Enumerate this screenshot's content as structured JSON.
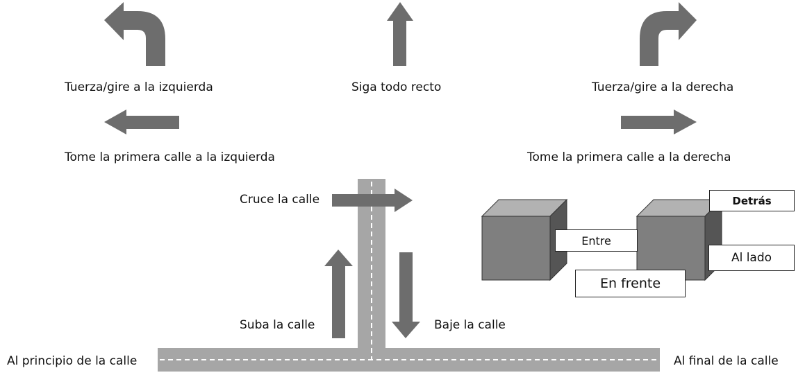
{
  "labels": {
    "turn_left": "Tuerza/gire a la izquierda",
    "straight": "Siga todo recto",
    "turn_right": "Tuerza/gire a la derecha",
    "first_left": "Tome la primera calle a la izquierda",
    "first_right": "Tome la primera calle a la derecha",
    "cross": "Cruce la calle",
    "up": "Suba la calle",
    "down": "Baje la calle",
    "start": "Al principio de la calle",
    "end": "Al final de la calle"
  },
  "positions": {
    "behind": "Detrás",
    "between": "Entre",
    "beside": "Al lado",
    "in_front": "En frente"
  },
  "colors": {
    "arrow": "#6d6d6d",
    "road": "#a6a6a6",
    "cube_front": "#7f7f7f",
    "cube_top": "#b2b2b2",
    "cube_side": "#555555"
  }
}
